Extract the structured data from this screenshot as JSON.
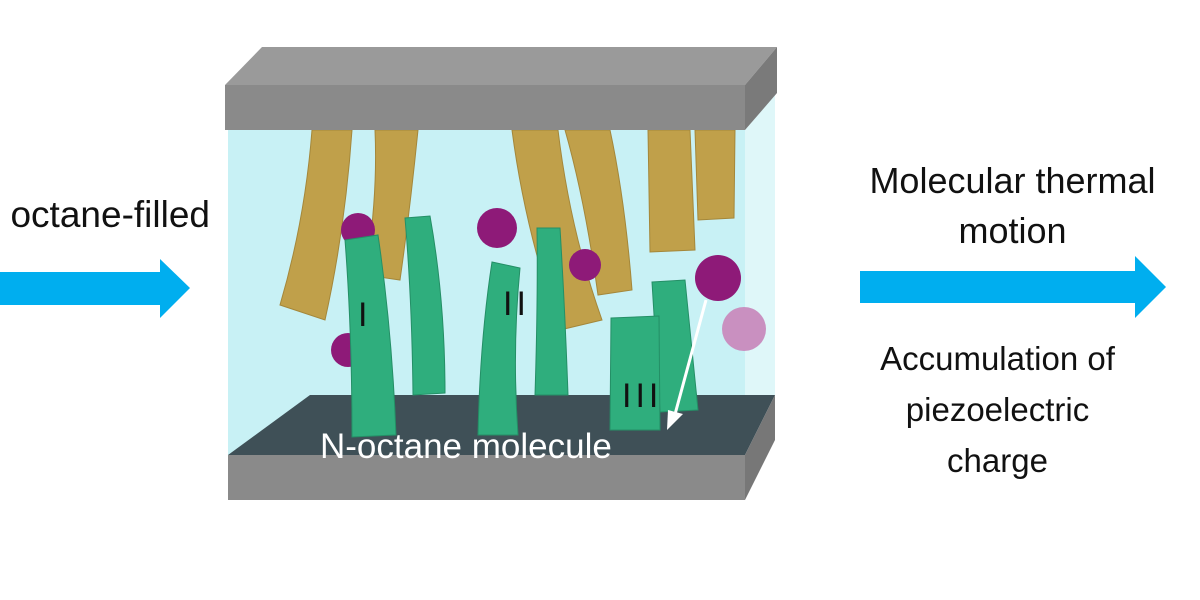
{
  "left_caption": "octane-filled",
  "box": {
    "molecule_label": "N-octane molecule",
    "pillar_labels": [
      "I",
      "II",
      "III"
    ]
  },
  "right_top_caption": [
    "Molecular thermal",
    "motion"
  ],
  "right_bottom_caption": [
    "Accumulation of",
    "piezoelectric",
    "charge"
  ],
  "colors": {
    "arrow": "#00aeef",
    "slab": "#8c8c8c",
    "liquid": "#cff4f7",
    "fiber_top": "#c2a14a",
    "pillar": "#2fb07e",
    "particle": "#8e1a78"
  }
}
